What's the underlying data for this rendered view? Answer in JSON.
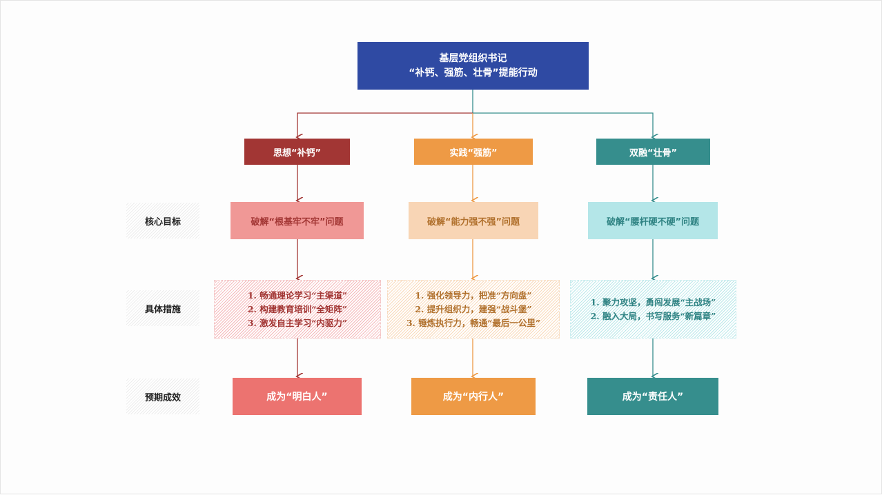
{
  "title": {
    "line1": "基层党组织书记",
    "line2": "“补钙、强筋、壮骨”提能行动"
  },
  "row_labels": [
    "核心目标",
    "具体措施",
    "预期成效"
  ],
  "columns": [
    {
      "category": "思想“补钙”",
      "goal": "破解“根基牢不牢”问题",
      "measures": [
        "1. 畅通理论学习“主渠道”",
        "2. 构建教育培训“全矩阵”",
        "3. 激发自主学习“内驱力”"
      ],
      "result": "成为“明白人”"
    },
    {
      "category": "实践“强筋”",
      "goal": "破解“能力强不强”问题",
      "measures": [
        "1. 强化领导力，把准“方向盘”",
        "2. 提升组织力，建强“战斗堡”",
        "3. 锤炼执行力，畅通“最后一公里”"
      ],
      "result": "成为“内行人”"
    },
    {
      "category": "双融“壮骨”",
      "goal": "破解“腰杆硬不硬”问题",
      "measures": [
        "1. 聚力攻坚，勇闯发展“主战场”",
        "2. 融入大局，书写服务“新篇章”"
      ],
      "result": "成为“责任人”"
    }
  ],
  "colors": {
    "title": "#2f4aa3",
    "red": "#a23634",
    "orange": "#ee9a45",
    "teal": "#368e8d"
  }
}
